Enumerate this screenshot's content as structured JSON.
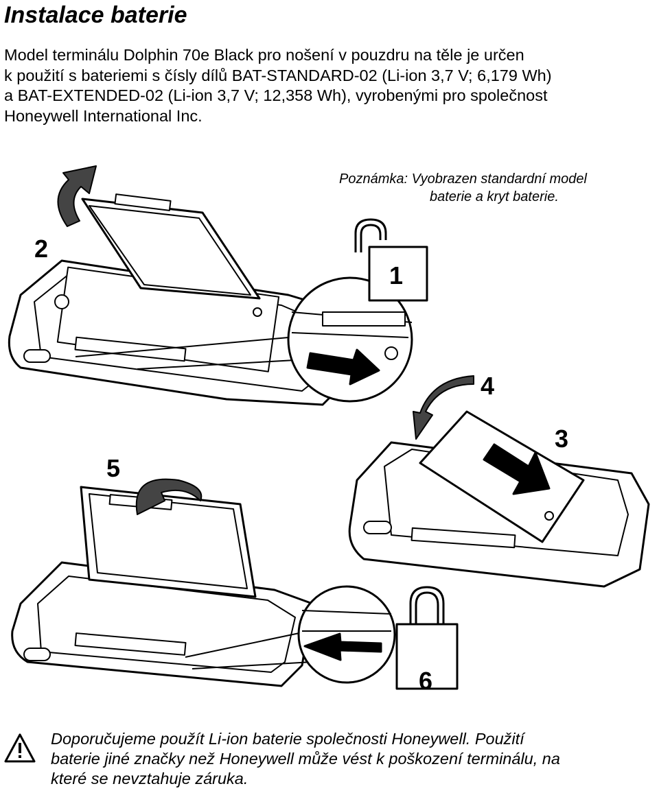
{
  "title": "Instalace baterie",
  "intro_lines": [
    "Model terminálu Dolphin 70e Black pro nošení v pouzdru na těle je určen",
    "k použití s bateriemi s čísly dílů BAT-STANDARD-02 (Li-ion 3,7 V; 6,179 Wh)",
    "a BAT-EXTENDED-02 (Li-ion 3,7 V; 12,358 Wh), vyrobenými pro společnost",
    "Honeywell International Inc."
  ],
  "note": {
    "line1": "Poznámka: Vyobrazen standardní model",
    "line2": "baterie a kryt baterie."
  },
  "steps": {
    "s1": "1",
    "s2": "2",
    "s3": "3",
    "s4": "4",
    "s5": "5",
    "s6": "6"
  },
  "warning_lines": [
    "Doporučujeme použít Li-ion baterie společnosti Honeywell. Použití",
    "baterie jiné značky než Honeywell může vést k poškození terminálu, na",
    "které se nevztahuje záruka."
  ],
  "icons": [
    "unlocked-padlock-icon",
    "locked-padlock-icon",
    "warning-triangle-icon",
    "arrow-icon"
  ]
}
